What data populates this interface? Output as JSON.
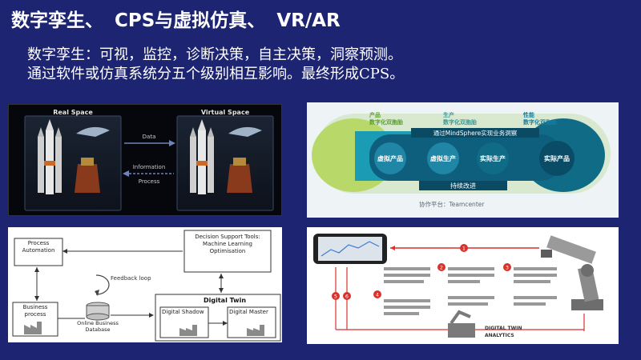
{
  "title": "数字孪生、 CPS与虚拟仿真、 VR/AR",
  "body": {
    "line1": "数字孪生：可视，监控，诊断决策，自主决策，洞察预测。",
    "line2": "通过软件或仿真系统分五个级别相互影响。最终形成CPS。"
  },
  "panel_space": {
    "real_label": "Real Space",
    "virtual_label": "Virtual Space",
    "data_label": "Data",
    "info_label_1": "Information",
    "info_label_2": "Process"
  },
  "panel_mindsphere": {
    "stage1": "产品",
    "stage1b": "数字化双胞胎",
    "stage2": "生产",
    "stage2b": "数字化双胞胎",
    "stage3": "性能",
    "stage3b": "数字化双胞胎",
    "banner": "通过MindSphere实现业务洞察",
    "node_virtual_product": "虚拟产品",
    "node_virtual_production": "虚拟生产",
    "node_real_production": "实际生产",
    "node_real_product": "实际产品",
    "bottom_label": "持续改进",
    "platform": "协作平台：Teamcenter"
  },
  "panel_twin": {
    "process_automation": "Process Automation",
    "decision_support": "Decision Support Tools: Machine Learning Optimisation",
    "feedback_loop": "Feedback loop",
    "business_process": "Business process",
    "online_db": "Online Business Database",
    "digital_twin": "Digital Twin",
    "digital_shadow": "Digital Shadow",
    "digital_master": "Digital Master"
  },
  "panel_ar": {
    "twin_label": "DIGITAL TWIN",
    "analytics_label": "ANALYTICS",
    "markers": [
      "1",
      "2",
      "3",
      "4",
      "5",
      "6"
    ]
  },
  "colors": {
    "background": "#1d2471",
    "accent_green": "#8cc63f",
    "accent_teal": "#1aa0b8",
    "marker_red": "#d9312b"
  }
}
